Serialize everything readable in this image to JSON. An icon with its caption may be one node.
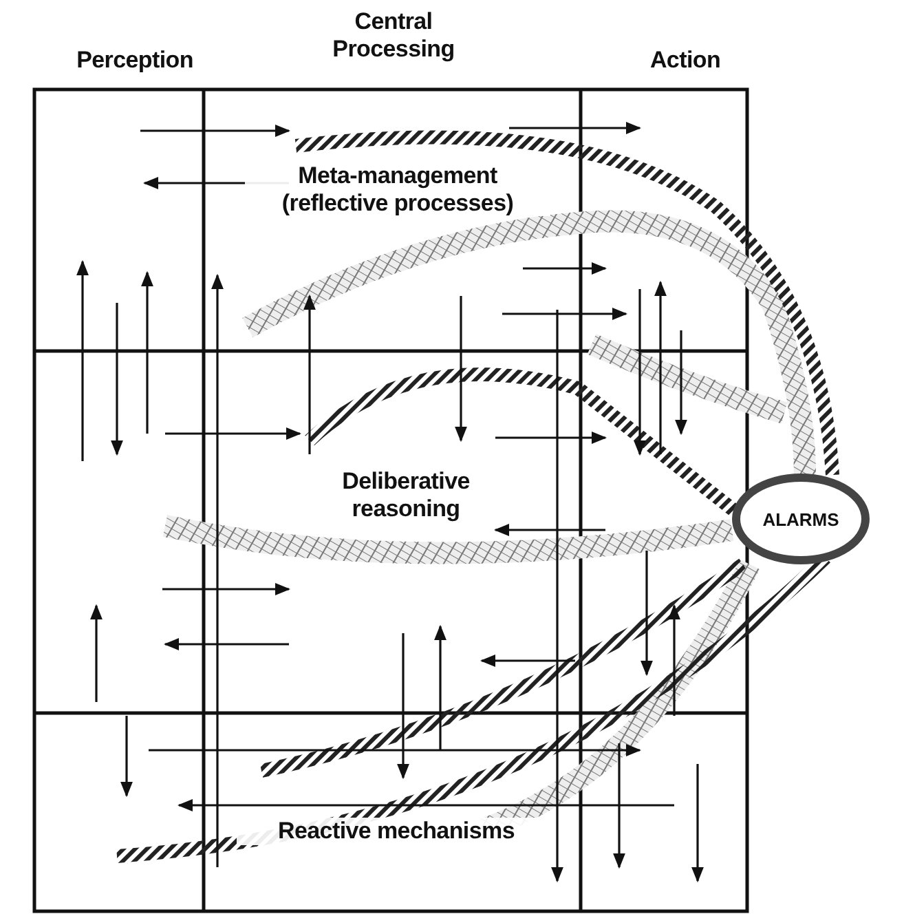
{
  "diagram": {
    "nodes": [
      {
        "text": [
          "ALARMS"
        ]
      }
    ],
    "labels": [
      "Perception",
      "Central Processing",
      "Action",
      "Meta-management (reflective processes)",
      "Deliberative reasoning",
      "Reactive mechanisms"
    ]
  }
}
